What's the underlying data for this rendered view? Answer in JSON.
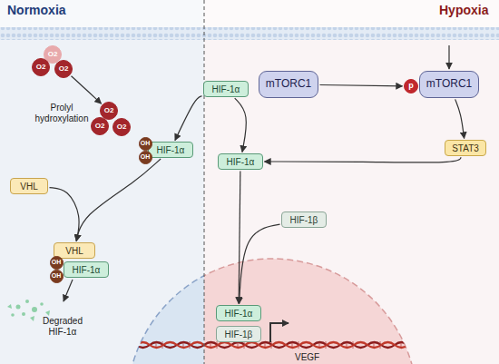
{
  "diagram": {
    "nodes": [
      {
        "text": [
          "O2"
        ]
      },
      {
        "text": [
          "O2"
        ]
      },
      {
        "text": [
          "O2"
        ]
      },
      {
        "text": [
          "O2"
        ]
      },
      {
        "text": [
          "O2"
        ]
      },
      {
        "text": [
          "O2"
        ]
      },
      {
        "text": [
          "HIF-1α"
        ]
      },
      {
        "text": [
          "mTORC1"
        ]
      },
      {
        "text": [
          "p"
        ]
      },
      {
        "text": [
          "mTORC1"
        ]
      },
      {
        "text": [
          "STAT3"
        ]
      },
      {
        "text": [
          "OH"
        ]
      },
      {
        "text": [
          "OH"
        ]
      },
      {
        "text": [
          "HIF-1α"
        ]
      },
      {
        "text": [
          "HIF-1α"
        ]
      },
      {
        "text": [
          "VHL"
        ]
      },
      {
        "text": [
          "HIF-1β"
        ]
      },
      {
        "text": [
          "VHL"
        ]
      },
      {
        "text": [
          "OH"
        ]
      },
      {
        "text": [
          "OH"
        ]
      },
      {
        "text": [
          "HIF-1α"
        ]
      },
      {
        "text": [
          "HIF-1α"
        ]
      },
      {
        "text": [
          "HIF-1β"
        ]
      }
    ],
    "edges": [
      {
        "from": 2,
        "to": 3,
        "arrow": "to"
      },
      {
        "from": 6,
        "to": 13,
        "arrow": "to"
      },
      {
        "from": 6,
        "to": 14,
        "arrow": "to"
      },
      {
        "from": 7,
        "to": 8,
        "arrow": "to"
      },
      {
        "from": 9,
        "to": 10,
        "arrow": "to"
      },
      {
        "from": 10,
        "to": 14,
        "arrow": "to"
      },
      {
        "from": 15,
        "to": 17,
        "arrow": "to"
      },
      {
        "from": 13,
        "to": 17,
        "arrow": "to"
      },
      {
        "from": 14,
        "to": 21,
        "arrow": "to"
      },
      {
        "from": 16,
        "to": 21,
        "arrow": "to"
      }
    ],
    "labels": [
      "Normoxia",
      "Hypoxia",
      "Prolyl hydroxylation",
      "Degraded HIF-1α",
      "VEGF"
    ]
  }
}
